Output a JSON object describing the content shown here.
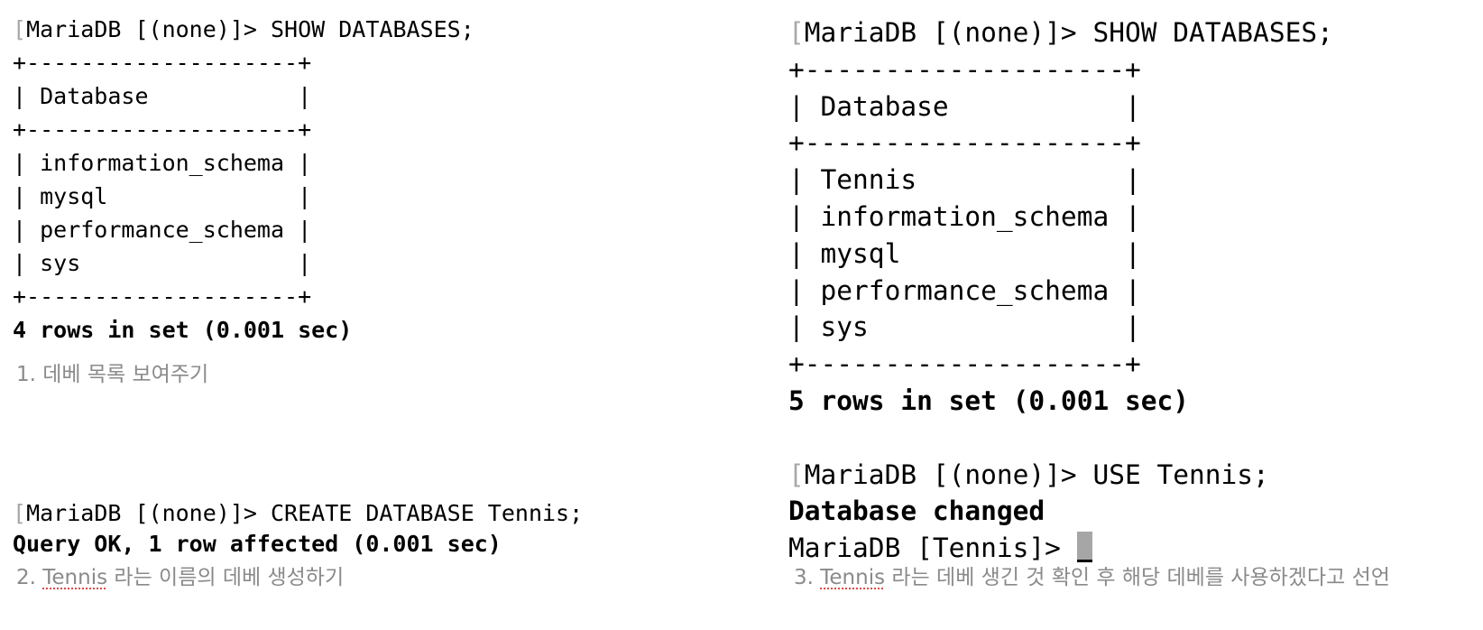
{
  "panel_left": {
    "prompt1": "MariaDB [(none)]> SHOW DATABASES;",
    "border": "+--------------------+",
    "header_row": "| Database           |",
    "rows": [
      "| information_schema |",
      "| mysql              |",
      "| performance_schema |",
      "| sys                |"
    ],
    "result1": "4 rows in set (0.001 sec)",
    "caption1": "1. 데베 목록 보여주기",
    "prompt2": "MariaDB [(none)]> CREATE DATABASE Tennis;",
    "result2": "Query OK, 1 row affected (0.001 sec)",
    "caption2": {
      "prefix": "2. ",
      "word": "Tennis",
      "rest": " 라는 이름의 데베 생성하기"
    }
  },
  "panel_right": {
    "prompt1": "MariaDB [(none)]> SHOW DATABASES;",
    "border": "+--------------------+",
    "header_row": "| Database           |",
    "rows": [
      "| Tennis             |",
      "| information_schema |",
      "| mysql              |",
      "| performance_schema |",
      "| sys                |"
    ],
    "result1": "5 rows in set (0.001 sec)",
    "prompt2": "MariaDB [(none)]> USE Tennis;",
    "result2": "Database changed",
    "prompt3": "MariaDB [Tennis]> ",
    "caption": {
      "prefix": "3. ",
      "word": "Tennis",
      "rest": " 라는 데베 생긴 것 확인 후 해당 데베를 사용하겠다고 선언"
    }
  },
  "colors": {
    "terminal_text": "#000000",
    "caption_text": "#8a8a8a",
    "cursor": "#a6a6a6",
    "spellcheck_underline": "#e04848"
  }
}
